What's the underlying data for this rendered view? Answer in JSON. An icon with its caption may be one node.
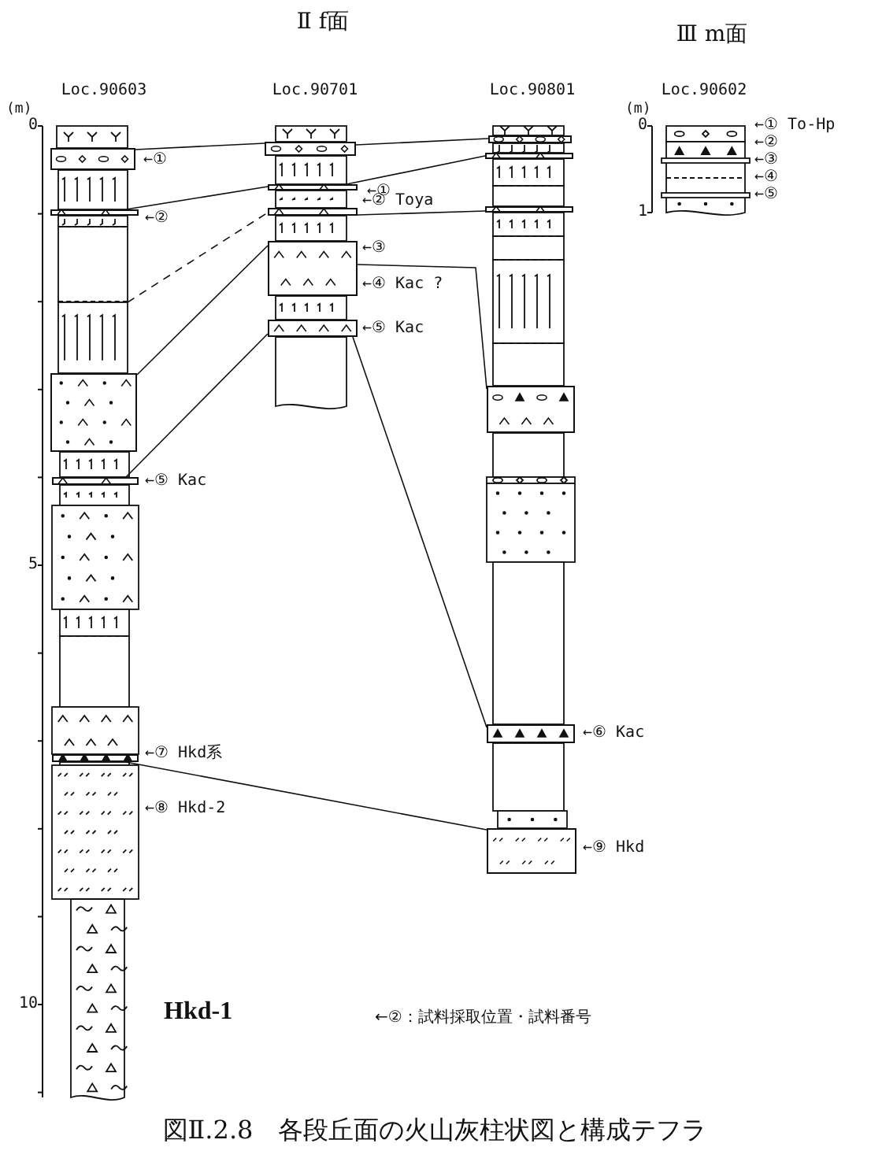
{
  "diagram": {
    "caption": "図Ⅱ.2.8　各段丘面の火山灰柱状図と構成テフラ",
    "nodes": [
      {
        "text": [],
        "shape": "box"
      },
      {
        "text": [],
        "shape": "box"
      },
      {
        "text": [],
        "shape": "line"
      },
      {
        "text": [],
        "shape": "box"
      },
      {
        "text": [],
        "shape": "box"
      },
      {
        "text": [],
        "shape": "box"
      },
      {
        "text": [],
        "shape": "box"
      },
      {
        "text": [],
        "shape": "box"
      },
      {
        "text": [],
        "shape": "box"
      },
      {
        "text": [],
        "shape": "box"
      },
      {
        "text": [],
        "shape": "box"
      },
      {
        "text": [],
        "shape": "box"
      },
      {
        "text": [],
        "shape": "box"
      },
      {
        "text": [],
        "shape": "box"
      },
      {
        "text": [],
        "shape": "box"
      },
      {
        "text": [],
        "shape": "box"
      },
      {
        "text": [],
        "shape": "box"
      }
    ],
    "edges": [
      {
        "from": 0,
        "to": 6,
        "arrow": "none"
      },
      {
        "from": 6,
        "to": 11,
        "arrow": "none"
      },
      {
        "from": 1,
        "to": 7,
        "arrow": "none"
      },
      {
        "from": 7,
        "to": 12,
        "arrow": "none"
      },
      {
        "from": 2,
        "to": 8,
        "arrow": "none",
        "style": "dashed"
      },
      {
        "from": 8,
        "to": 13,
        "arrow": "none"
      },
      {
        "from": 3,
        "to": 9,
        "arrow": "none"
      },
      {
        "from": 9,
        "to": 14,
        "arrow": "none"
      },
      {
        "from": 4,
        "to": 10,
        "arrow": "none"
      },
      {
        "from": 10,
        "to": 15,
        "arrow": "none"
      },
      {
        "from": 5,
        "to": 16,
        "arrow": "none"
      }
    ],
    "labels": [
      "Ⅱ f面",
      "Ⅲ m面",
      "Loc.90603",
      "Loc.90701",
      "Loc.90801",
      "Loc.90602",
      "(m)",
      "(m)",
      "0",
      "0",
      "←① To-Hp",
      "←②",
      "←③",
      "←④",
      "←⑤",
      "1",
      "←①",
      "←①",
      "←②",
      "←② Toya",
      "←③",
      "←④ Kac ?",
      "←⑤ Kac",
      "←⑤ Kac",
      "5",
      "←⑥ Kac",
      "←⑦ Hkd系",
      "←⑧ Hkd-2",
      "←⑨ Hkd",
      "10",
      "Hkd-1",
      "←②：試料採取位置・試料番号"
    ]
  }
}
